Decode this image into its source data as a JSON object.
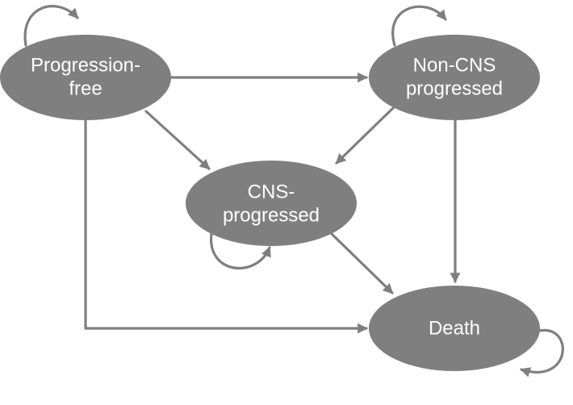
{
  "diagram": {
    "type": "state-transition",
    "colors": {
      "node_fill": "#7f7f7f",
      "edge": "#7f7f7f",
      "text": "#ffffff",
      "background": "#ffffff"
    },
    "states": {
      "progression_free": {
        "line1": "Progression-",
        "line2": "free"
      },
      "non_cns": {
        "line1": "Non-CNS",
        "line2": "progressed"
      },
      "cns": {
        "line1": "CNS-",
        "line2": "progressed"
      },
      "death": {
        "line1": "Death"
      }
    },
    "transitions": [
      {
        "from": "Progression-free",
        "to": "Progression-free"
      },
      {
        "from": "Progression-free",
        "to": "Non-CNS progressed"
      },
      {
        "from": "Progression-free",
        "to": "CNS-progressed"
      },
      {
        "from": "Progression-free",
        "to": "Death"
      },
      {
        "from": "Non-CNS progressed",
        "to": "Non-CNS progressed"
      },
      {
        "from": "Non-CNS progressed",
        "to": "CNS-progressed"
      },
      {
        "from": "Non-CNS progressed",
        "to": "Death"
      },
      {
        "from": "CNS-progressed",
        "to": "CNS-progressed"
      },
      {
        "from": "CNS-progressed",
        "to": "Death"
      },
      {
        "from": "Death",
        "to": "Death"
      }
    ]
  }
}
